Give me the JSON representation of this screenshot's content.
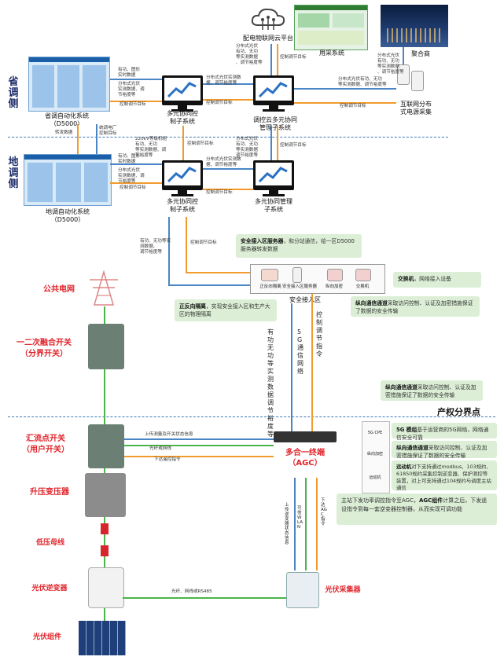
{
  "top": {
    "cloud_platform": "配电物联网云平台",
    "yongcai": "用采系统",
    "aggregator": "聚合商",
    "internet_gen": "互联网分布\n式电源采集",
    "cloud_mgmt": "调控云多元协同\n管理子系统",
    "multi_ctrl_top": "多元协同控\n制子系统",
    "sheng_system": "省调自动化系统\n（D5000）",
    "sheng_side": "省调侧",
    "di_side": "地调侧",
    "di_system": "地调自动化系统\n（D5000）",
    "multi_ctrl_mid": "多元协同控\n制子系统",
    "multi_mgmt_mid": "多元协同管理\n子系统",
    "forward_data": "转发数据",
    "direct_ctrl": "统调电厂\n控制目标",
    "kv220": "220kV等级机组\n有功、无功\n等实测数据、调\n节裕度等"
  },
  "flow_labels": {
    "yougong_tupu": "有功、图形\n实时数据",
    "fenbu_real": "分布式光伏\n实测数据、调\n节裕度等",
    "kongzhi_target": "控制调节目标",
    "fenbu_yougong": "分布式光伏\n有功、无功\n等实测数据\n、调节裕度等",
    "fenbu_yougong2": "分布式光伏\n有功、无功\n等实测数据\n、调节裕度等",
    "fenbu_yougong3": "分布式光伏有功、无功\n等实测数据、调节裕度等",
    "yougong_tupu2": "有功、图形\n实时数据",
    "fenbu_real2": "分布式光伏实测数\n据、调节裕度等",
    "kongzhi_target2": "控制调节目标",
    "kongzhi_target3": "控制调节目标",
    "yougong_wugong": "有功、无功等实\n测数据、\n调节裕度等",
    "kongzhi_target4": "控制调节目标",
    "kongzhi_target5": "控制调节目标",
    "kongzhi_target6": "控制调节目标",
    "kongzhi_target7": "控制调节目标",
    "fenbu_yougong4": "分布式光伏\n有功、无功\n等实测数据\n调节裕度等"
  },
  "security": {
    "server_note_bold": "安全接入区服务器",
    "server_note": "，和分站通信，给一区D5000服务器转发数据",
    "devices": [
      "正反向隔离",
      "安全接入区服务器",
      "纵向加密",
      "交换机"
    ],
    "switch_note_bold": "交换机",
    "switch_note": "，网络接入设备",
    "zone_label": "安全接入区",
    "isolation_bold": "正反向隔离",
    "isolation_note": "，实现安全接入区和生产大区的物理隔离",
    "vertical_bold": "纵向通信通道",
    "vertical_note": "采取访问控制、认证及加密措施保证了数据的安全传输",
    "upload_vertical": "有功无功等实测数据调节裕度等",
    "g5_vertical": "5G通信网络",
    "ctrl_vertical": "控制调节指令"
  },
  "left_chain": {
    "public_grid": "公共电网",
    "fusion_switch": "一二次融合开关\n（分界开关）",
    "converge_switch": "汇流点开关\n（用户开关）",
    "step_up": "升压变压器",
    "low_bus": "低压母线",
    "inverter": "光伏逆变器",
    "module": "光伏组件"
  },
  "boundary": {
    "label": "产权分界点",
    "vertical_note_bold": "纵向通信通道",
    "vertical_note": "采取访问控制、认证及加密措施保证了数据的安全传输"
  },
  "terminal": {
    "name": "多合一终端\n（AGC）",
    "upload": "上传测量及开关状态信息",
    "fiber": "光纤或网线",
    "down": "下达遥控指令",
    "upload_inverter": "上传逆变器状态信息",
    "wlan": "可信WLAN",
    "agc_cmd": "下达AGC指令",
    "bottom_link": "光纤、网线或RS485",
    "collector": "光伏采集器"
  },
  "right_notes": {
    "g5_bold": "5G 模组",
    "g5": "基于运营商的5G网络，网络通信安全可靠",
    "vert_bold": "纵向通信通道",
    "vert": "采取访问控制、认证及加密措施保证了数据的安全传输",
    "remote_bold": "远动机",
    "remote": "对下支持通过modbus、103规约、61850规约采集控制逆变器、保护测控等装置，对上可支持通过104规约与调度主站通信",
    "agc": "主站下发功率调控指令至AGC，",
    "agc_bold": "AGC组件",
    "agc_rest": "计算之后，下发遥设指令到每一套逆变器控制器，从而实现可调功能",
    "mini_labels": [
      "5G CPE",
      "纵向加密",
      "远动机"
    ]
  }
}
